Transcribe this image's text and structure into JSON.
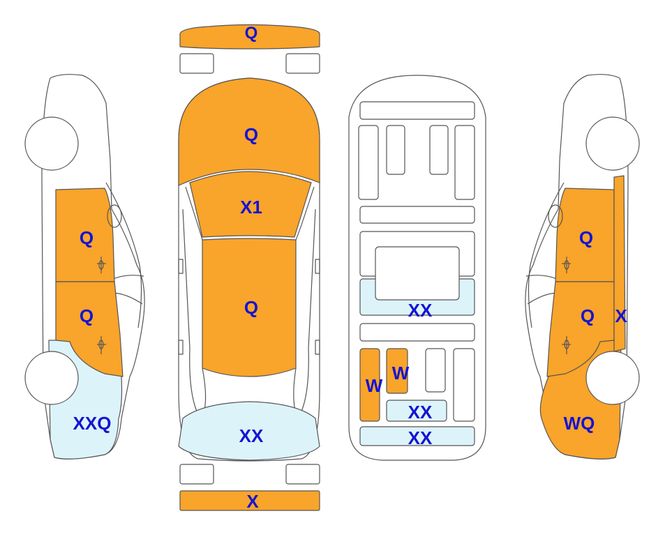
{
  "colors": {
    "paint": "#F9A42A",
    "putty": "#DDF3FA",
    "outline": "#555555",
    "label": "#1414D2"
  },
  "front_bumper": {
    "label": "Q",
    "status": "paint"
  },
  "rear_bumper": {
    "label": "X",
    "status": "paint"
  },
  "hood": {
    "label": "Q",
    "status": "paint"
  },
  "windshield_area": {
    "label": "X1",
    "status": "paint"
  },
  "roof": {
    "label": "Q",
    "status": "paint"
  },
  "trunk_area": {
    "label": "XX",
    "status": "putty"
  },
  "left_side": {
    "front_door": {
      "label": "Q",
      "status": "paint"
    },
    "rear_door": {
      "label": "Q",
      "status": "paint"
    },
    "rear_quarter": {
      "label": "XXQ",
      "status": "putty"
    }
  },
  "right_side": {
    "front_door": {
      "label": "Q",
      "status": "paint"
    },
    "rear_door": {
      "label": "Q",
      "status": "paint"
    },
    "pillar": {
      "label": "X",
      "status": "paint"
    },
    "rear_quarter": {
      "label": "WQ",
      "status": "paint"
    }
  },
  "underbody": {
    "crossmember": {
      "label": "XX",
      "status": "putty"
    },
    "rail_left": {
      "label": "W",
      "status": "paint"
    },
    "rail_mid": {
      "label": "W",
      "status": "paint"
    },
    "panel_rear_upper": {
      "label": "XX",
      "status": "putty"
    },
    "panel_rear_lower": {
      "label": "XX",
      "status": "putty"
    }
  }
}
